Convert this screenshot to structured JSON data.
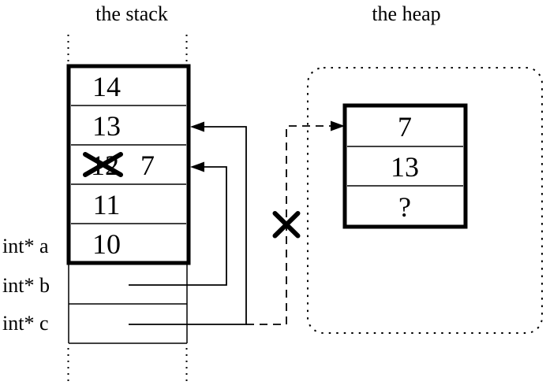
{
  "diagram": {
    "stack_title": "the stack",
    "heap_title": "the heap"
  },
  "stack": {
    "cells": [
      {
        "value": "14"
      },
      {
        "value": "13"
      },
      {
        "old_value": "12",
        "new_value": "7",
        "crossed_out": true
      },
      {
        "value": "11"
      },
      {
        "value": "10"
      }
    ],
    "variables": [
      {
        "label": "int* a"
      },
      {
        "label": "int* b"
      },
      {
        "label": "int* c"
      }
    ]
  },
  "heap": {
    "cells": [
      {
        "value": "7"
      },
      {
        "value": "13"
      },
      {
        "value": "?"
      }
    ]
  },
  "pointers": {
    "b_target": "stack-cell-7",
    "c_target": "stack-cell-13",
    "dangling_target": "heap-object",
    "dangling_invalid": true
  },
  "colors": {
    "line": "#000000",
    "background": "#ffffff"
  }
}
